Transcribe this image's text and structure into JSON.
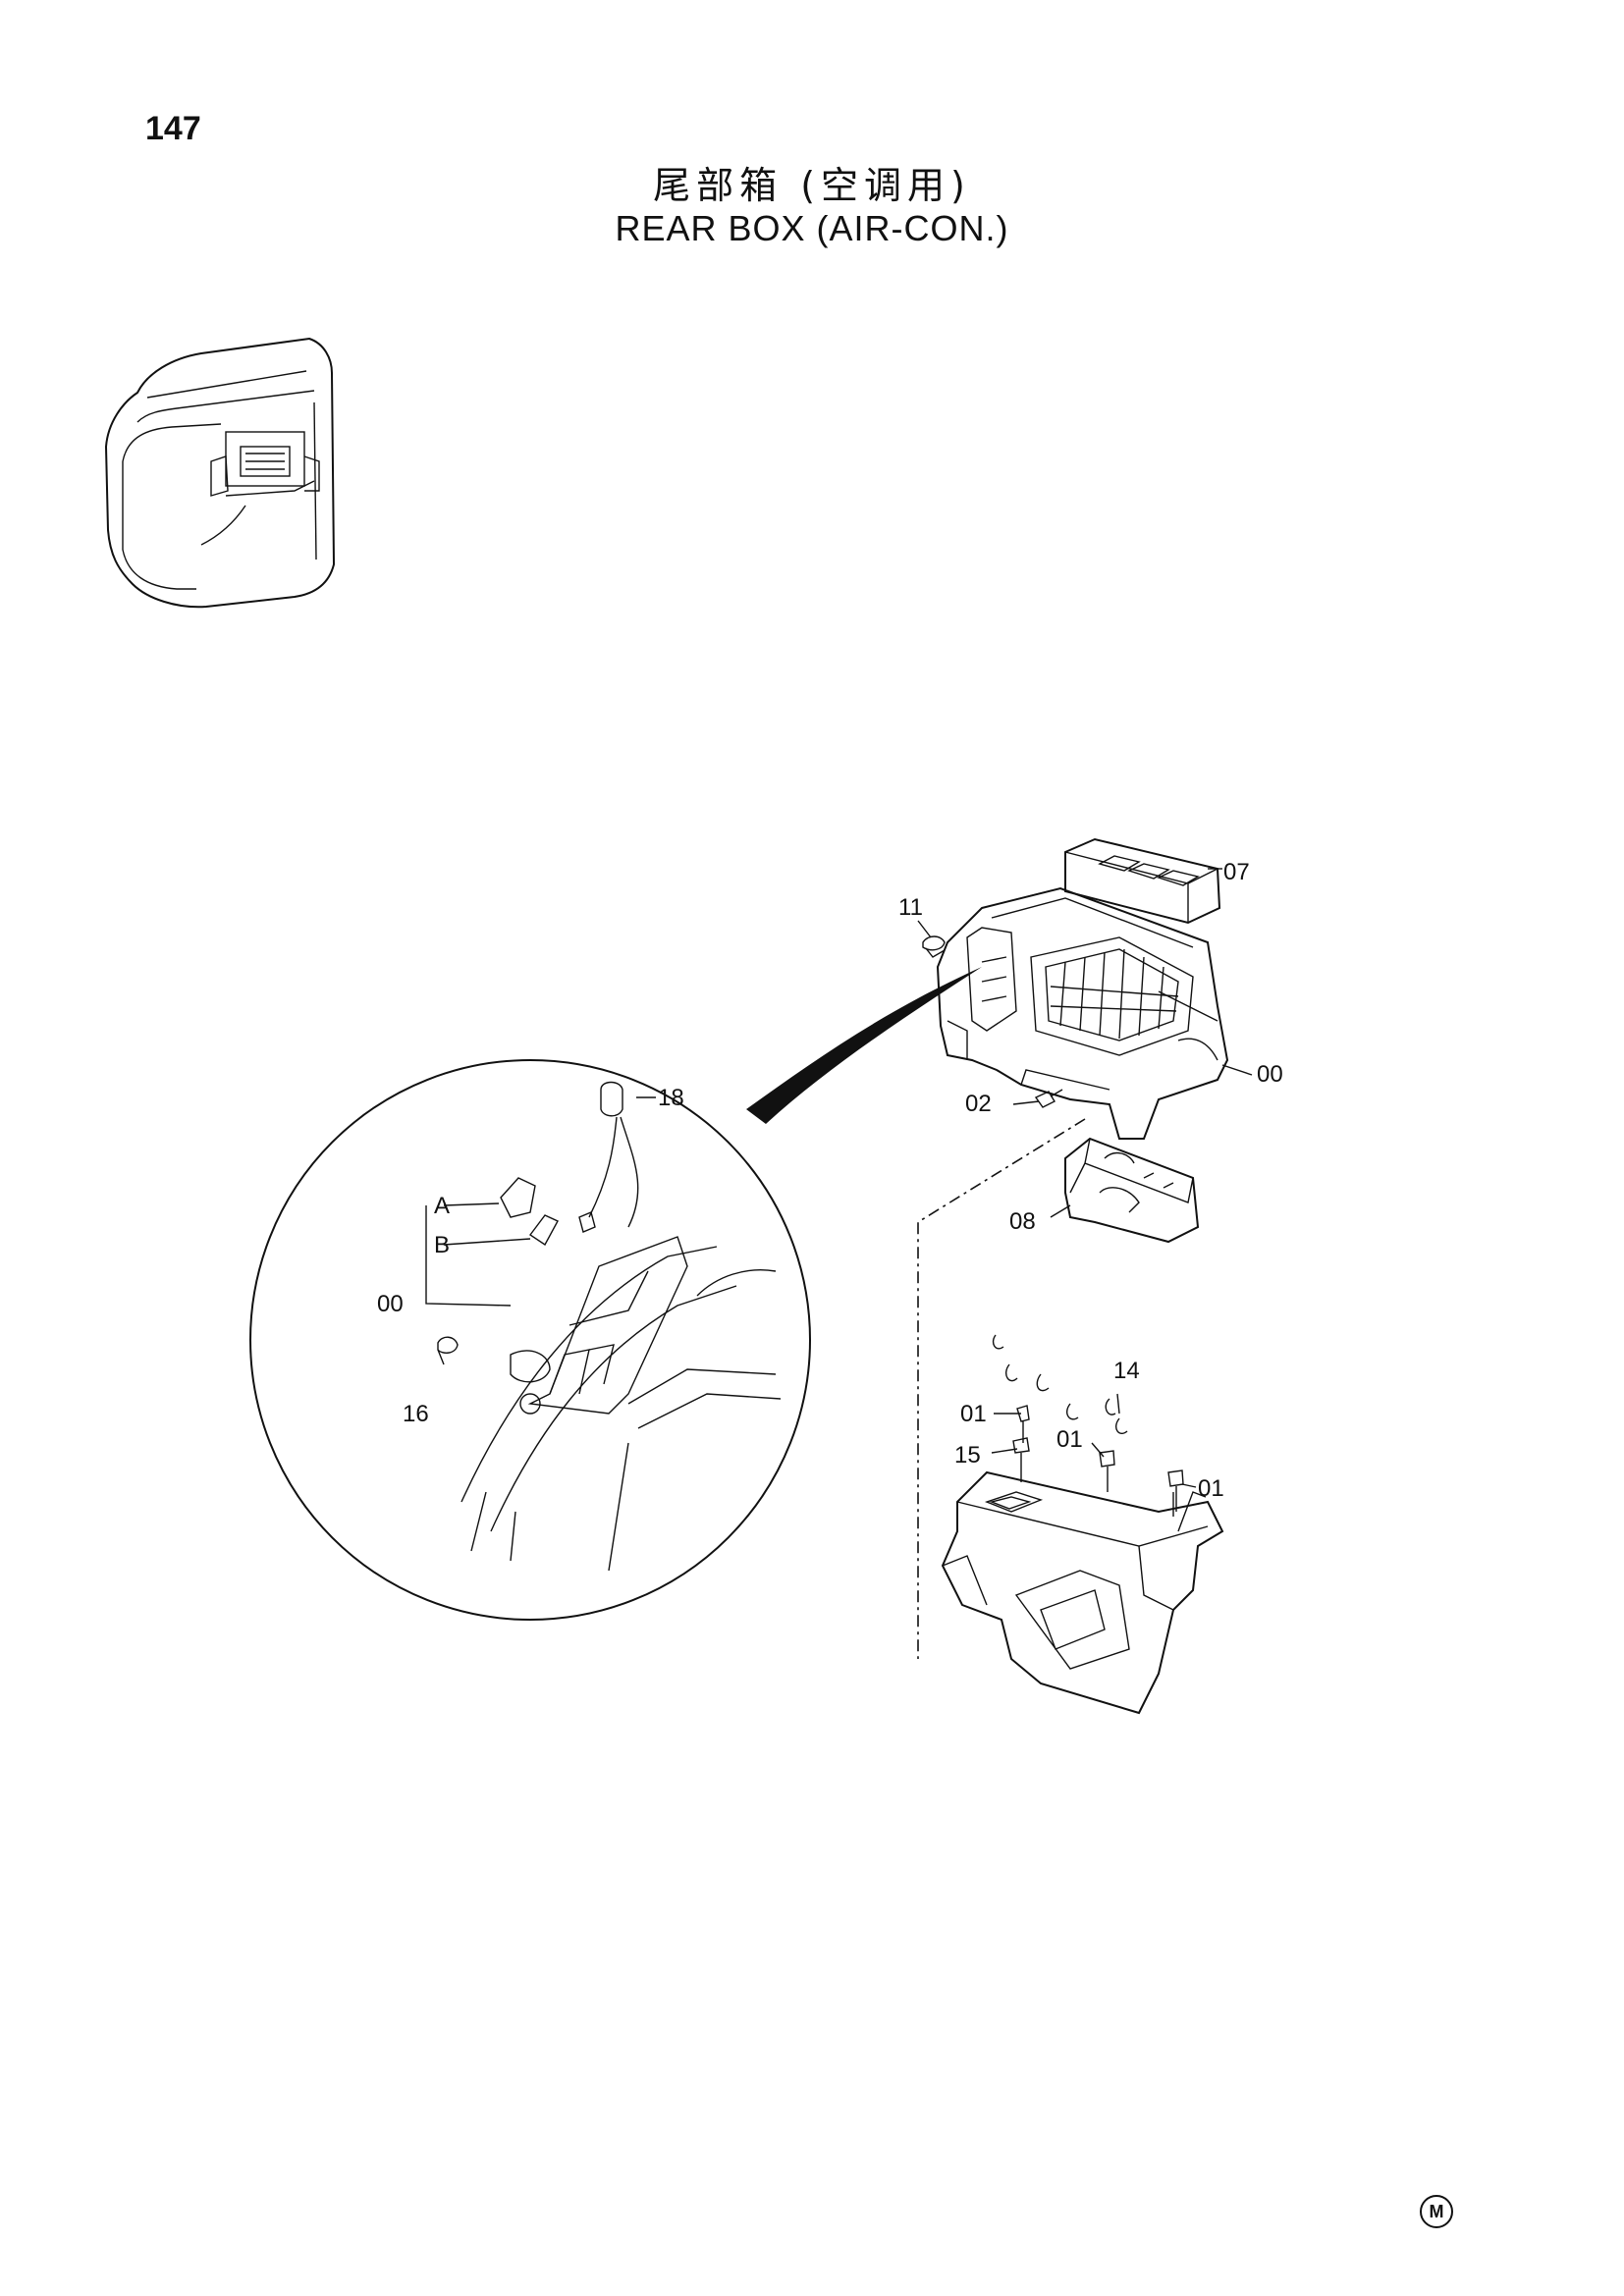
{
  "page": {
    "number": "147"
  },
  "title": {
    "chinese": "尾部箱 (空调用)",
    "english": "REAR BOX (AIR-CON.)"
  },
  "callouts": {
    "c07": "07",
    "c11": "11",
    "c00_main": "00",
    "c02": "02",
    "c08": "08",
    "c18": "18",
    "cA": "A",
    "cB": "B",
    "c00_detail": "00",
    "c16": "16",
    "c14": "14",
    "c01_a": "01",
    "c15": "15",
    "c01_b": "01",
    "c01_c": "01"
  },
  "mark": "M"
}
